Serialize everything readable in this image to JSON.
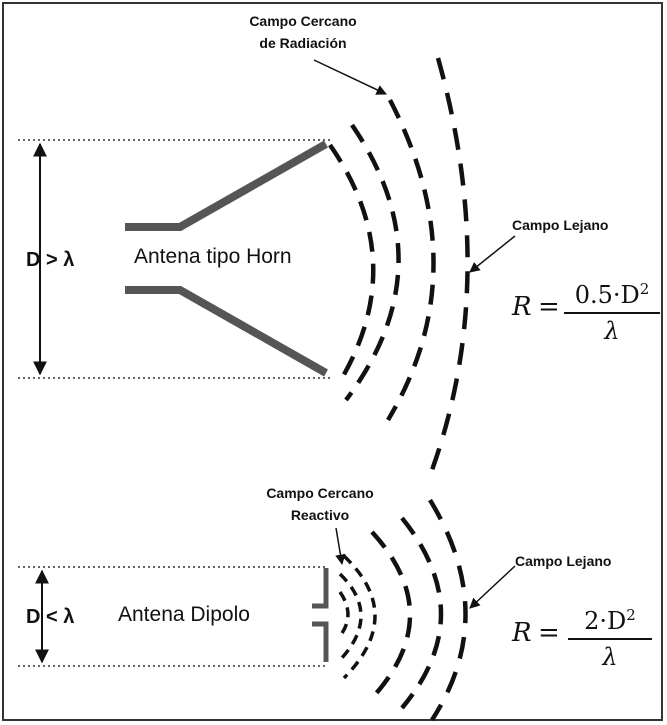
{
  "labels": {
    "near_radiative_line1": "Campo Cercano",
    "near_radiative_line2": "de Radiación",
    "far_field_top": "Campo Lejano",
    "horn_antenna": "Antena tipo Horn",
    "dimension_top": "D > λ",
    "near_reactive_line1": "Campo Cercano",
    "near_reactive_line2": "Reactivo",
    "far_field_bottom": "Campo Lejano",
    "dipole_antenna": "Antena Dipolo",
    "dimension_bottom": "D < λ"
  },
  "formula_top": {
    "lhs": "R",
    "equals": "=",
    "numerator": "0.5·D",
    "exponent": "2",
    "denominator": "λ"
  },
  "formula_bottom": {
    "lhs": "R",
    "equals": "=",
    "numerator": "2·D",
    "exponent": "2",
    "denominator": "λ"
  },
  "colors": {
    "antenna": "#555555",
    "lines": "#111111"
  }
}
